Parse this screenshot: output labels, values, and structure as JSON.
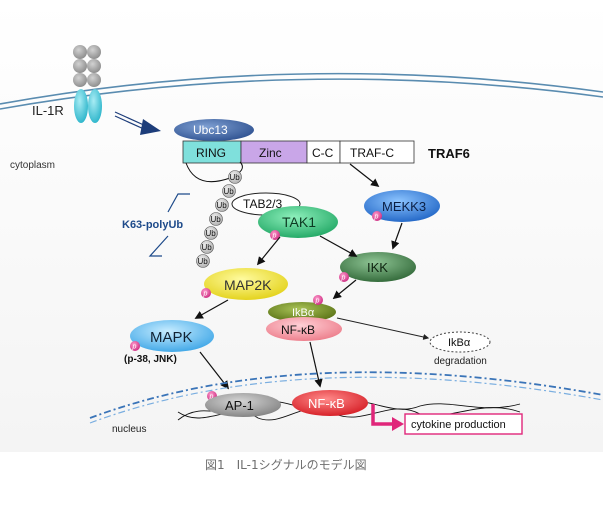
{
  "labels": {
    "receptor": "IL-1R",
    "cytoplasm": "cytoplasm",
    "nucleus": "nucleus",
    "k63": "K63-polyUb",
    "ub": "Ub",
    "p": "p",
    "p38jnk": "(p-38, JNK)",
    "degradation": "degradation",
    "cytokine": "cytokine production"
  },
  "traf6": {
    "name": "TRAF6",
    "ubc13": "Ubc13",
    "ring": "RING",
    "zinc": "Zinc",
    "cc": "C-C",
    "trafc": "TRAF-C"
  },
  "nodes": {
    "tab23": "TAB2/3",
    "tak1": "TAK1",
    "mekk3": "MEKK3",
    "map2k": "MAP2K",
    "ikk": "IKK",
    "mapk": "MAPK",
    "ikba": "IkBα",
    "nfkb": "NF-κB",
    "ikba_deg": "IkBα",
    "ap1": "AP-1",
    "nfkb_nuc": "NF-κB"
  },
  "caption": "図1　IL-1シグナルのモデル図",
  "colors": {
    "ubc13": "#3a5fa0",
    "ring": "#7fe0dc",
    "zinc": "#c9a6e8",
    "tak1": "#2fc07a",
    "mekk3": "#2f7bd8",
    "map2k": "#f0e62a",
    "ikk": "#3f7a45",
    "mapk": "#54b6f0",
    "ikba": "#6c8a20",
    "nfkb": "#f08a96",
    "ap1": "#9a9a9a",
    "nfkb_nuc": "#e8242c",
    "phospho": "#d83a8c",
    "cytokine_box": "#e0267a",
    "receptor": "#4cc6da",
    "membrane": "#5a8cb0",
    "k63": "#1d4a8a"
  }
}
